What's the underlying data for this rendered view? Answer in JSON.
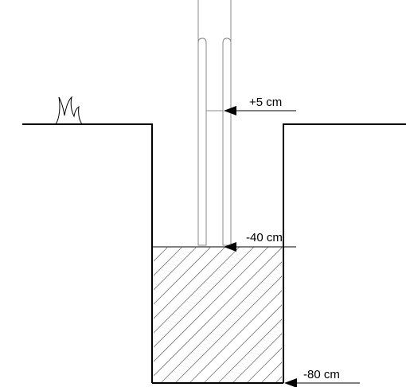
{
  "labels": {
    "post_top": "+5 cm",
    "post_bottom": "-40 cm",
    "foundation_bottom": "-80 cm"
  },
  "icons": {
    "grass": "grass-tuft-icon"
  }
}
